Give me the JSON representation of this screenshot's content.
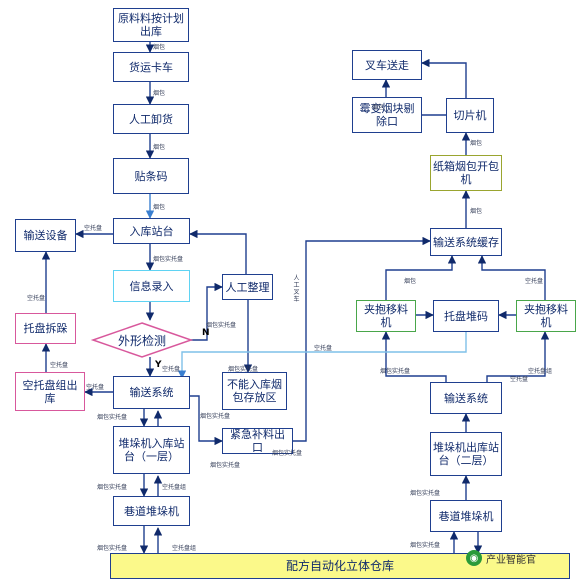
{
  "nodes": {
    "raw_material": "原料料按计划出库",
    "truck": "货运卡车",
    "manual_unload": "人工卸货",
    "barcode": "贴条码",
    "conveyor_left": "输送设备",
    "inbound_station": "入库站台",
    "info_entry": "信息录入",
    "manual_sort": "人工整理",
    "shape_check": "外形检测",
    "pallet_unstack": "托盘拆跺",
    "empty_pallet_out": "空托盘组出库",
    "conveyor_mid": "输送系统",
    "reject_zone": "不能入库烟包存放区",
    "stacker_in_station": "堆垛机入库站台（一层）",
    "emergency_outlet": "紧急补料出口",
    "aisle_stacker_left": "巷道堆垛机",
    "warehouse": "配方自动化立体仓库",
    "forklift": "叉车送走",
    "moldy_remove": "霉变烟块剔除口",
    "slicer": "切片机",
    "carton_open": "纸箱烟包开包机",
    "buffer": "输送系统缓存",
    "clamp_left": "夹抱移料机",
    "pallet_stack": "托盘堆码",
    "clamp_right": "夹抱移料机",
    "conveyor_right": "输送系统",
    "stacker_out_station": "堆垛机出库站台（二层）",
    "aisle_stacker_right": "巷道堆垛机"
  },
  "labels": {
    "l1": "烟包",
    "l2": "烟包",
    "l3": "烟包",
    "l4": "烟包",
    "l5": "空托盘",
    "l6": "烟包",
    "l7": "烟包",
    "l8": "烟包",
    "l9": "烟包实托盘",
    "l10": "空托盘",
    "l11": "N",
    "l12": "烟包实托盘",
    "l13": "Y",
    "l14": "空托盘",
    "l15": "空托盘",
    "l16": "空托盘",
    "l17": "烟包实托盘",
    "l18": "烟包实托盘",
    "l19": "烟包实托盘",
    "l20": "烟包实托盘",
    "l21": "烟包实托盘",
    "l22": "空托盘组",
    "l23": "烟包实托盘",
    "l24": "空托盘组",
    "l25": "烟包实托盘",
    "l26": "空托盘",
    "l27": "人工叉车",
    "l28": "烟包",
    "l29": "空托盘",
    "l30": "烟包实托盘",
    "l31": "空托盘",
    "l32": "空托盘组",
    "l33": "烟包实托盘",
    "l34": "烟包实托盘"
  },
  "watermark": {
    "text": "产业智能官",
    "icon": "wechat-icon",
    "glyph": "◉"
  },
  "colors": {
    "line": "#1f3f8f",
    "highlight_line": "#7fc0e8",
    "warehouse_fill": "#fbf98a",
    "cyan_border": "#5fd3f3",
    "pink_border": "#d8589c",
    "green_border": "#49a64a",
    "olive_border": "#9aa52f"
  }
}
